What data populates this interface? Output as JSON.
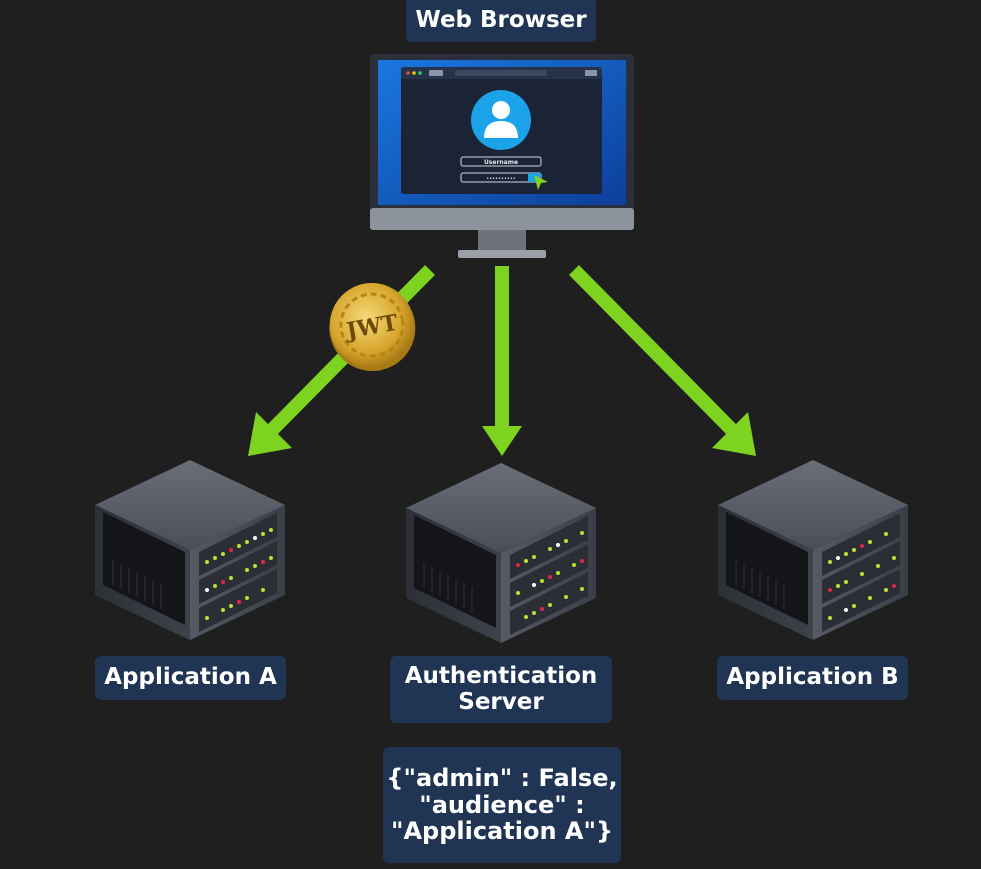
{
  "labels": {
    "browser": "Web Browser",
    "app_a": "Application A",
    "auth_line1": "Authentication",
    "auth_line2": "Server",
    "app_b": "Application B"
  },
  "claims": {
    "line1": "{\"admin\" : False,",
    "line2": "\"audience\" :",
    "line3": "\"Application A\"}"
  },
  "token": {
    "text": "JWT"
  },
  "login_form": {
    "username_placeholder": "Username",
    "password_mask": "••••••••••"
  },
  "colors": {
    "background": "#1f1f1f",
    "label_bg": "#1f3553",
    "arrow": "#7ed321",
    "coin": "#d9a82e",
    "avatar": "#1aa3e8"
  }
}
